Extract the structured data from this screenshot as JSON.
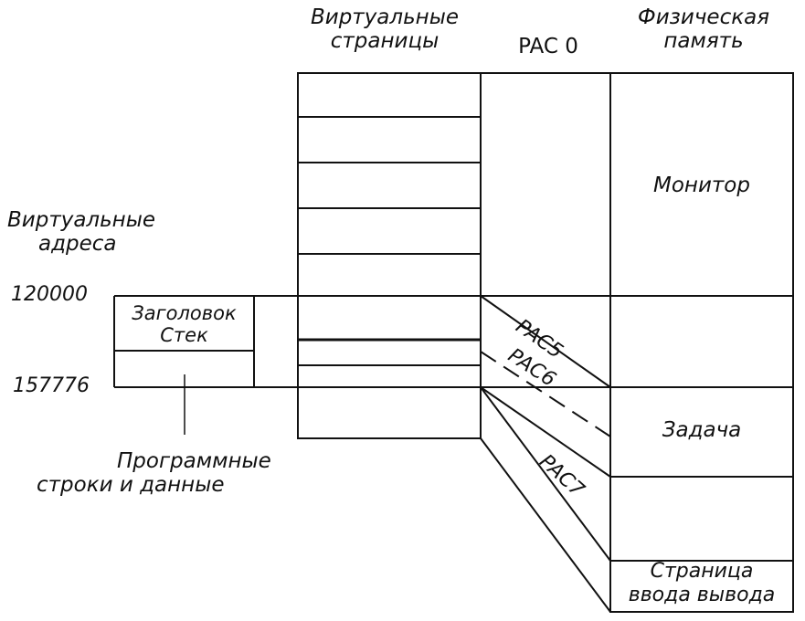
{
  "headers": {
    "virtual_pages": [
      "Виртуальные",
      "страницы"
    ],
    "par0": "PAC 0",
    "physical_memory": [
      "Физическая",
      "память"
    ]
  },
  "left": {
    "virtual_addresses": [
      "Виртуальные",
      "адреса"
    ],
    "addr_start": "120000",
    "addr_end": "157776",
    "block_label": [
      "Заголовок",
      "Стек"
    ],
    "program_label": [
      "Программные",
      "строки и данные"
    ]
  },
  "physical": {
    "monitor": "Монитор",
    "task": "Задача",
    "io_page": [
      "Страница",
      "ввода вывода"
    ]
  },
  "mapping": {
    "par5": "PAC5",
    "par6": "PAC6",
    "par7": "PAC7"
  },
  "colors": {
    "ink": "#111111",
    "background": "#ffffff"
  }
}
